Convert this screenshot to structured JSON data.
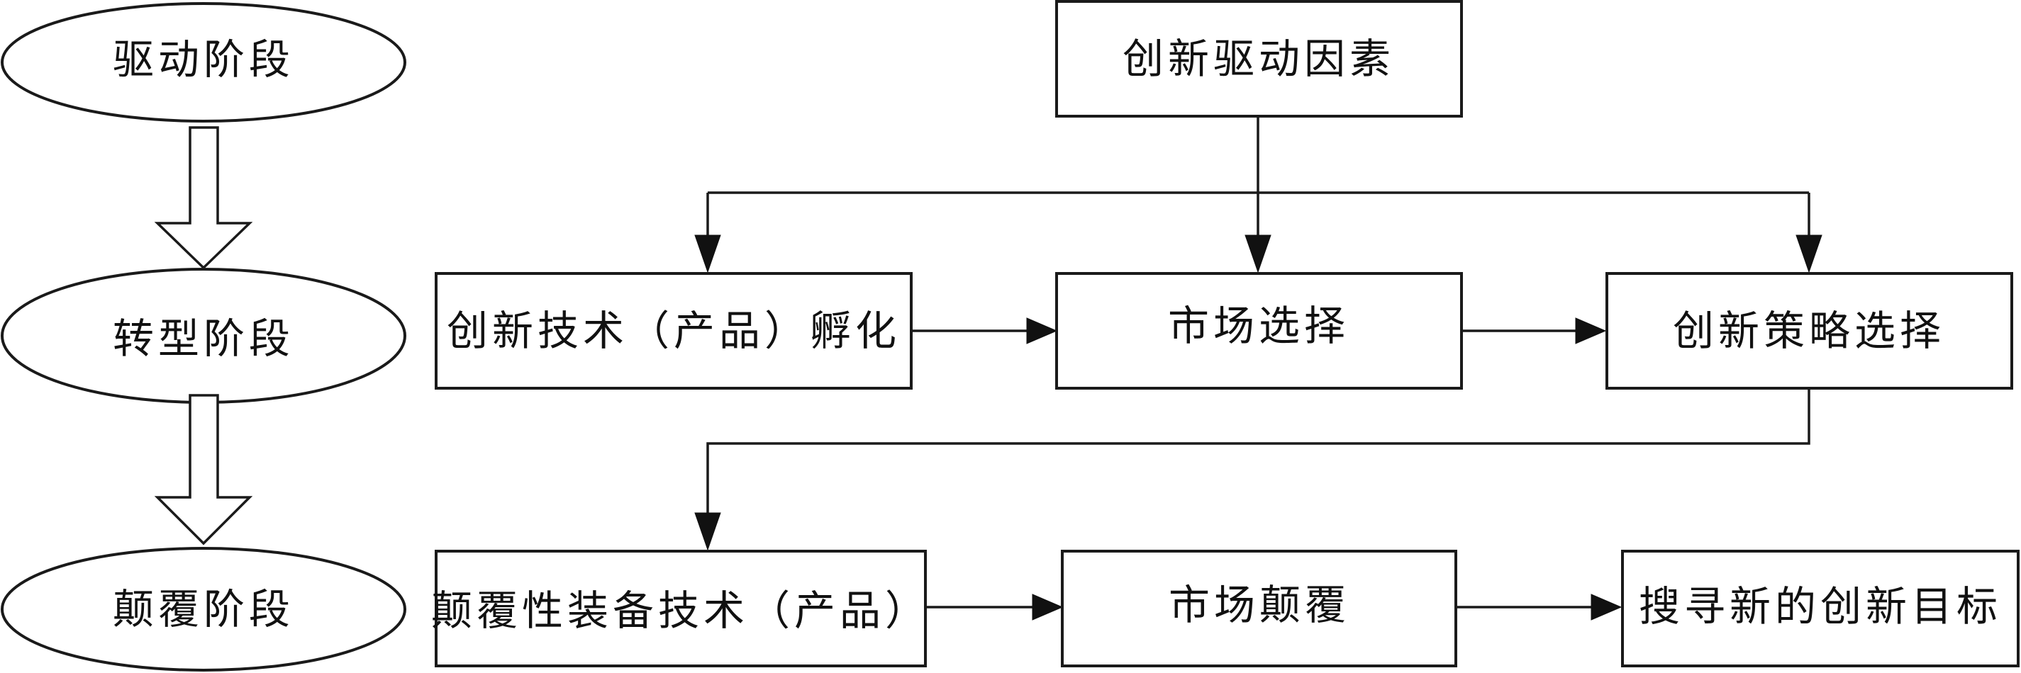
{
  "diagram": {
    "stages": [
      "驱动阶段",
      "转型阶段",
      "颠覆阶段"
    ],
    "nodes": {
      "drivers": "创新驱动因素",
      "incubation": "创新技术（产品）孵化",
      "market_selection": "市场选择",
      "strategy_selection": "创新策略选择",
      "disruptive_equipment": "颠覆性装备技术（产品）",
      "market_disruption": "市场颠覆",
      "new_goal": "搜寻新的创新目标"
    },
    "edges": [
      [
        "drivers",
        "incubation"
      ],
      [
        "drivers",
        "market_selection"
      ],
      [
        "drivers",
        "strategy_selection"
      ],
      [
        "incubation",
        "market_selection"
      ],
      [
        "market_selection",
        "strategy_selection"
      ],
      [
        "strategy_selection",
        "disruptive_equipment"
      ],
      [
        "disruptive_equipment",
        "market_disruption"
      ],
      [
        "market_disruption",
        "new_goal"
      ]
    ]
  }
}
